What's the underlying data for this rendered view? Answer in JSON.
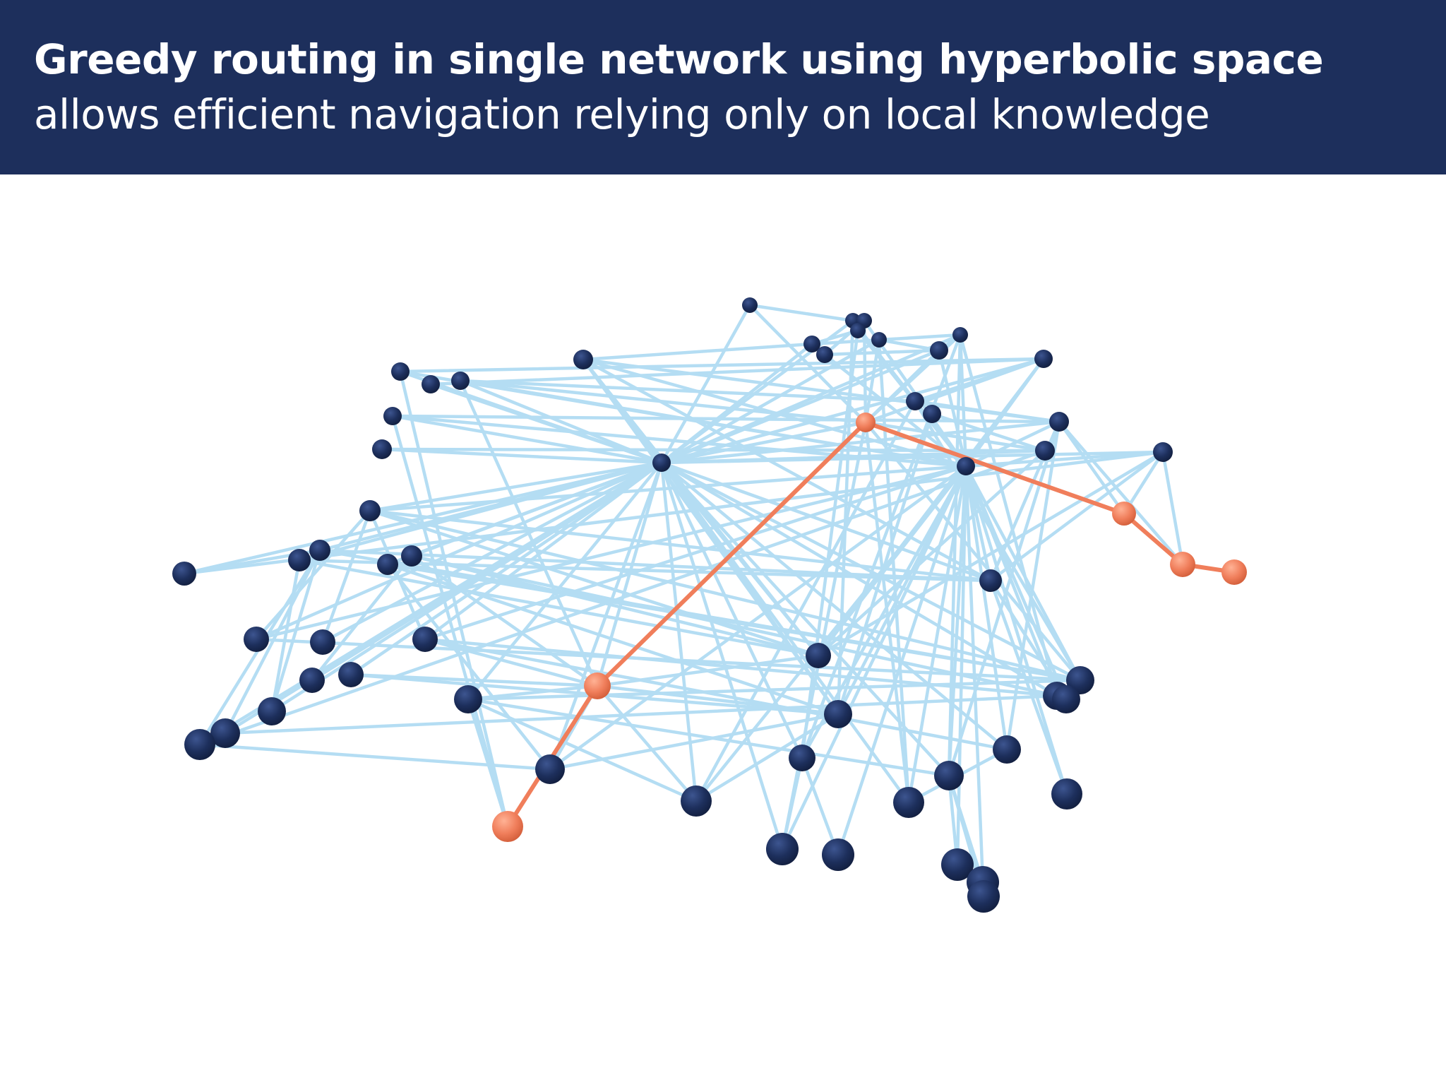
{
  "header": {
    "title": "Greedy routing in single network using hyperbolic space",
    "subtitle": "allows efficient navigation relying only on local knowledge"
  },
  "colors": {
    "header_background": "#1d2f5c",
    "node": "#1d2f5c",
    "edge": "#b4ddf3",
    "route": "#f07e5b"
  },
  "network": {
    "edge_count": 153,
    "regular_node_count": 66,
    "route_node_count": 6,
    "route": "greedy path from source node to target node through 4 intermediate nodes"
  }
}
